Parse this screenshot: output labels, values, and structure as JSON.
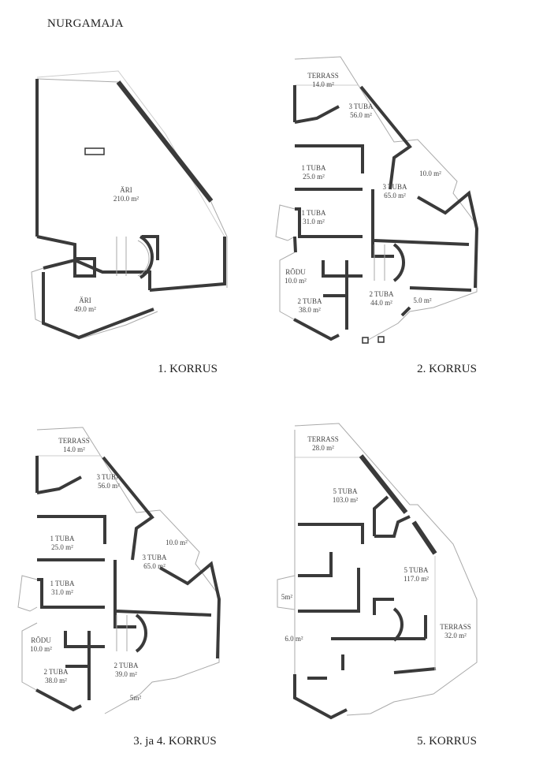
{
  "document": {
    "heading": "NURGAMAJA"
  },
  "plans": [
    {
      "title": "1. KORRUS",
      "rooms": [
        {
          "name": "ÄRI",
          "area": "210.0 m²"
        },
        {
          "name": "ÄRI",
          "area": "49.0 m²"
        }
      ]
    },
    {
      "title": "2. KORRUS",
      "rooms": [
        {
          "name": "TERRASS",
          "area": "14.0 m²"
        },
        {
          "name": "3 TUBA",
          "area": "56.0 m²"
        },
        {
          "name": "1 TUBA",
          "area": "25.0 m²"
        },
        {
          "name": "",
          "area": "10.0 m²"
        },
        {
          "name": "3 TUBA",
          "area": "65.0 m²"
        },
        {
          "name": "1 TUBA",
          "area": "31.0 m²"
        },
        {
          "name": "RÕDU",
          "area": "10.0 m²"
        },
        {
          "name": "2 TUBA",
          "area": "44.0 m²"
        },
        {
          "name": "",
          "area": "5.0 m²"
        },
        {
          "name": "2 TUBA",
          "area": "38.0 m²"
        }
      ]
    },
    {
      "title": "3. ja 4. KORRUS",
      "rooms": [
        {
          "name": "TERRASS",
          "area": "14.0 m²"
        },
        {
          "name": "3 TUBA",
          "area": "56.0 m²"
        },
        {
          "name": "1 TUBA",
          "area": "25.0 m²"
        },
        {
          "name": "",
          "area": "10.0 m²"
        },
        {
          "name": "3 TUBA",
          "area": "65.0 m²"
        },
        {
          "name": "1 TUBA",
          "area": "31.0 m²"
        },
        {
          "name": "RÕDU",
          "area": "10.0 m²"
        },
        {
          "name": "2 TUBA",
          "area": "39.0 m²"
        },
        {
          "name": "2 TUBA",
          "area": "38.0 m²"
        },
        {
          "name": "",
          "area": "5m²"
        }
      ]
    },
    {
      "title": "5. KORRUS",
      "rooms": [
        {
          "name": "TERRASS",
          "area": "28.0 m²"
        },
        {
          "name": "5 TUBA",
          "area": "103.0 m²"
        },
        {
          "name": "5 TUBA",
          "area": "117.0 m²"
        },
        {
          "name": "",
          "area": "5m²"
        },
        {
          "name": "TERRASS",
          "area": "32.0 m²"
        },
        {
          "name": "",
          "area": "6.0 m²"
        }
      ]
    }
  ]
}
